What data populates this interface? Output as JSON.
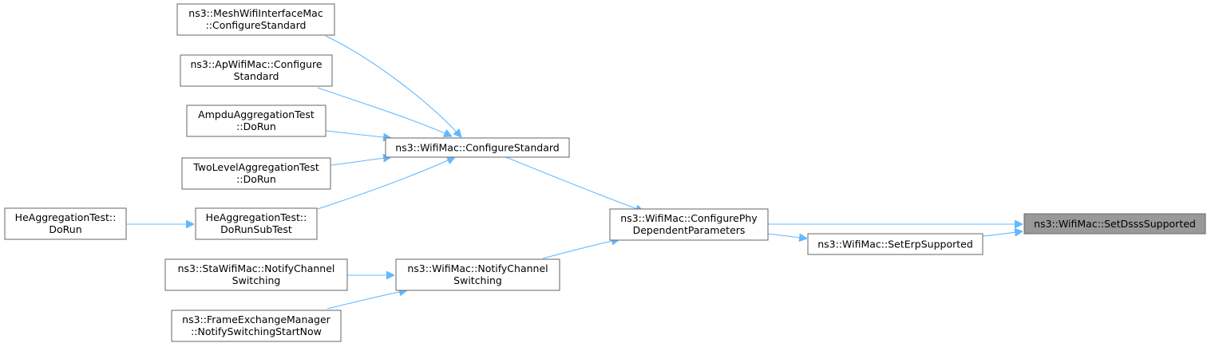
{
  "diagram": {
    "nodes": [
      {
        "id": "mesh",
        "lines": [
          "ns3::MeshWifiInterfaceMac",
          "::ConfigureStandard"
        ],
        "highlight": false
      },
      {
        "id": "ap",
        "lines": [
          "ns3::ApWifiMac::Configure",
          "Standard"
        ],
        "highlight": false
      },
      {
        "id": "ampdu",
        "lines": [
          "AmpduAggregationTest",
          "::DoRun"
        ],
        "highlight": false
      },
      {
        "id": "twolevel",
        "lines": [
          "TwoLevelAggregationTest",
          "::DoRun"
        ],
        "highlight": false
      },
      {
        "id": "he_subtest",
        "lines": [
          "HeAggregationTest::",
          "DoRunSubTest"
        ],
        "highlight": false
      },
      {
        "id": "he_run",
        "lines": [
          "HeAggregationTest::",
          "DoRun"
        ],
        "highlight": false
      },
      {
        "id": "cfgstd",
        "lines": [
          "ns3::WifiMac::ConfigureStandard"
        ],
        "highlight": false
      },
      {
        "id": "sta_notify",
        "lines": [
          "ns3::StaWifiMac::NotifyChannel",
          "Switching"
        ],
        "highlight": false
      },
      {
        "id": "fem",
        "lines": [
          "ns3::FrameExchangeManager",
          "::NotifySwitchingStartNow"
        ],
        "highlight": false
      },
      {
        "id": "notify",
        "lines": [
          "ns3::WifiMac::NotifyChannel",
          "Switching"
        ],
        "highlight": false
      },
      {
        "id": "cfgphy",
        "lines": [
          "ns3::WifiMac::ConfigurePhy",
          "DependentParameters"
        ],
        "highlight": false
      },
      {
        "id": "erp",
        "lines": [
          "ns3::WifiMac::SetErpSupported"
        ],
        "highlight": false
      },
      {
        "id": "dsss",
        "lines": [
          "ns3::WifiMac::SetDsssSupported"
        ],
        "highlight": true
      }
    ],
    "edges": [
      {
        "from": "mesh",
        "to": "cfgstd"
      },
      {
        "from": "ap",
        "to": "cfgstd"
      },
      {
        "from": "ampdu",
        "to": "cfgstd"
      },
      {
        "from": "twolevel",
        "to": "cfgstd"
      },
      {
        "from": "he_subtest",
        "to": "cfgstd"
      },
      {
        "from": "he_run",
        "to": "he_subtest"
      },
      {
        "from": "cfgstd",
        "to": "cfgphy"
      },
      {
        "from": "sta_notify",
        "to": "notify"
      },
      {
        "from": "fem",
        "to": "notify"
      },
      {
        "from": "notify",
        "to": "cfgphy"
      },
      {
        "from": "cfgphy",
        "to": "dsss"
      },
      {
        "from": "cfgphy",
        "to": "erp"
      },
      {
        "from": "erp",
        "to": "dsss"
      }
    ]
  }
}
